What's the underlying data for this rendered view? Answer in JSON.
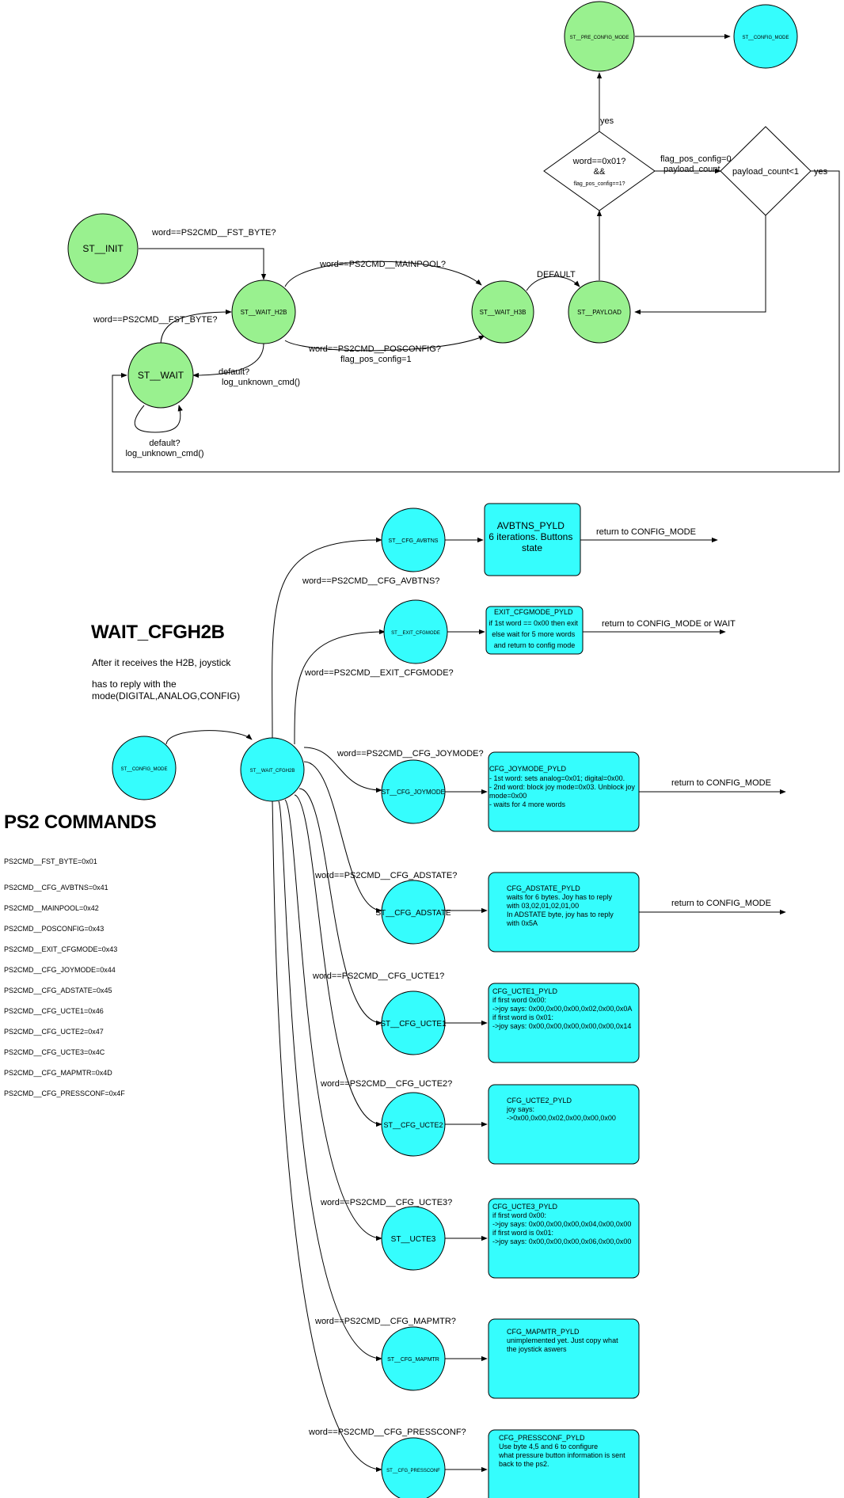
{
  "colors": {
    "green": "#99f18f",
    "cyan": "#35fdfd",
    "stroke": "#000000"
  },
  "states": {
    "init": "ST__INIT",
    "wait_h2b": "ST__WAIT_H2B",
    "wait": "ST__WAIT",
    "wait_h3b": "ST__WAIT_H3B",
    "payload": "ST__PAYLOAD",
    "pre_config": "ST__PRE_CONFIG_MODE",
    "config_top": "ST__CONFIG_MODE",
    "config_left": "ST__CONFIG_MODE",
    "wait_cfgh2b": "ST__WAIT_CFGH2B",
    "cfg_avbtns": "ST__CFG_AVBTNS",
    "exit_cfgmode": "ST__EXIT_CFGMODE",
    "cfg_joymode": "ST__CFG_JOYMODE",
    "cfg_adstate": "ST__CFG_ADSTATE",
    "cfg_ucte1": "ST__CFG_UCTE1",
    "cfg_ucte2": "ST__CFG_UCTE2",
    "ucte3": "ST__UCTE3",
    "cfg_mapmtr": "ST__CFG_MAPMTR",
    "cfg_pressconf": "ST__CFG_PRESSCONF"
  },
  "decisions": {
    "word01_l1": "word==0x01?",
    "word01_l2": "&&",
    "word01_l3": "flag_pos_config==1?",
    "payload_count": "payload_count<1"
  },
  "labels": {
    "init_to_h2b": "word==PS2CMD__FST_BYTE?",
    "wait_to_h2b": "word==PS2CMD__FST_BYTE?",
    "mainpool": "word==PS2CMD__MAINPOOL?",
    "posconfig_l1": "word==PS2CMD__POSCONFIG?",
    "posconfig_l2": "flag_pos_config=1",
    "h2b_default_l1": "default?",
    "h2b_default_l2": "log_unknown_cmd()",
    "wait_default_l1": "default?",
    "wait_default_l2": "log_unknown_cmd()",
    "default": "DEFAULT",
    "yes_up": "yes",
    "flag_l1": "flag_pos_config=0",
    "flag_l2": "payload_count",
    "yes_right": "yes",
    "avbtns": "word==PS2CMD__CFG_AVBTNS?",
    "exit_cfgmode": "word==PS2CMD__EXIT_CFGMODE?",
    "joymode": "word==PS2CMD__CFG_JOYMODE?",
    "adstate": "word==PS2CMD__CFG_ADSTATE?",
    "ucte1": "word==PS2CMD__CFG_UCTE1?",
    "ucte2": "word==PS2CMD__CFG_UCTE2?",
    "ucte3": "word==PS2CMD__CFG_UCTE3?",
    "mapmtr": "word==PS2CMD__CFG_MAPMTR?",
    "pressconf": "word==PS2CMD__CFG_PRESSCONF?",
    "ret_avbtns": "return to CONFIG_MODE",
    "ret_exit": "return to CONFIG_MODE  or WAIT",
    "ret_joymode": "return to CONFIG_MODE",
    "ret_adstate": "return to CONFIG_MODE"
  },
  "payloads": {
    "avbtns": [
      "AVBTNS_PYLD",
      "6 iterations. Buttons",
      "state"
    ],
    "exit": [
      "EXIT_CFGMODE_PYLD",
      "if 1st word == 0x00 then exit",
      "else wait for 5 more words",
      "and return to config mode"
    ],
    "joymode": [
      "CFG_JOYMODE_PYLD",
      "- 1st word: sets analog=0x01; digital=0x00.",
      "- 2nd word: block joy mode=0x03. Unblock joy",
      "mode=0x00",
      "- waits for 4 more words"
    ],
    "adstate": [
      "CFG_ADSTATE_PYLD",
      "waits for 6 bytes. Joy has to reply",
      "with 03,02,01,02,01,00",
      "In ADSTATE byte, joy has to reply",
      "with 0x5A"
    ],
    "ucte1": [
      "CFG_UCTE1_PYLD",
      "if first word 0x00:",
      "->joy says: 0x00,0x00,0x00,0x02,0x00,0x0A",
      "if first word is 0x01:",
      "->joy says: 0x00,0x00,0x00,0x00,0x00,0x14"
    ],
    "ucte2": [
      "CFG_UCTE2_PYLD",
      "joy says:",
      "->0x00,0x00,0x02,0x00,0x00,0x00"
    ],
    "ucte3": [
      "CFG_UCTE3_PYLD",
      "if first word 0x00:",
      "->joy says: 0x00,0x00,0x00,0x04,0x00,0x00",
      "if first word is 0x01:",
      "->joy says: 0x00,0x00,0x00,0x06,0x00,0x00"
    ],
    "mapmtr": [
      "CFG_MAPMTR_PYLD",
      "unimplemented yet. Just copy what",
      "the joystick aswers"
    ],
    "pressconf": [
      "CFG_PRESSCONF_PYLD",
      "Use byte  4,5 and 6 to configure",
      "what pressure button information is sent",
      "back to the ps2."
    ]
  },
  "wait_cfgh2b_section": {
    "title": "WAIT_CFGH2B",
    "line1": "After it receives the H2B, joystick",
    "line2": "has to reply with the",
    "line3": "mode(DIGITAL,ANALOG,CONFIG)"
  },
  "ps2_commands": {
    "title": "PS2 COMMANDS",
    "items": [
      "PS2CMD__FST_BYTE=0x01",
      "PS2CMD__CFG_AVBTNS=0x41",
      "PS2CMD__MAINPOOL=0x42",
      "PS2CMD__POSCONFIG=0x43",
      "PS2CMD__EXIT_CFGMODE=0x43",
      "PS2CMD__CFG_JOYMODE=0x44",
      "PS2CMD__CFG_ADSTATE=0x45",
      "PS2CMD__CFG_UCTE1=0x46",
      "PS2CMD__CFG_UCTE2=0x47",
      "PS2CMD__CFG_UCTE3=0x4C",
      "PS2CMD__CFG_MAPMTR=0x4D",
      "PS2CMD__CFG_PRESSCONF=0x4F"
    ]
  }
}
